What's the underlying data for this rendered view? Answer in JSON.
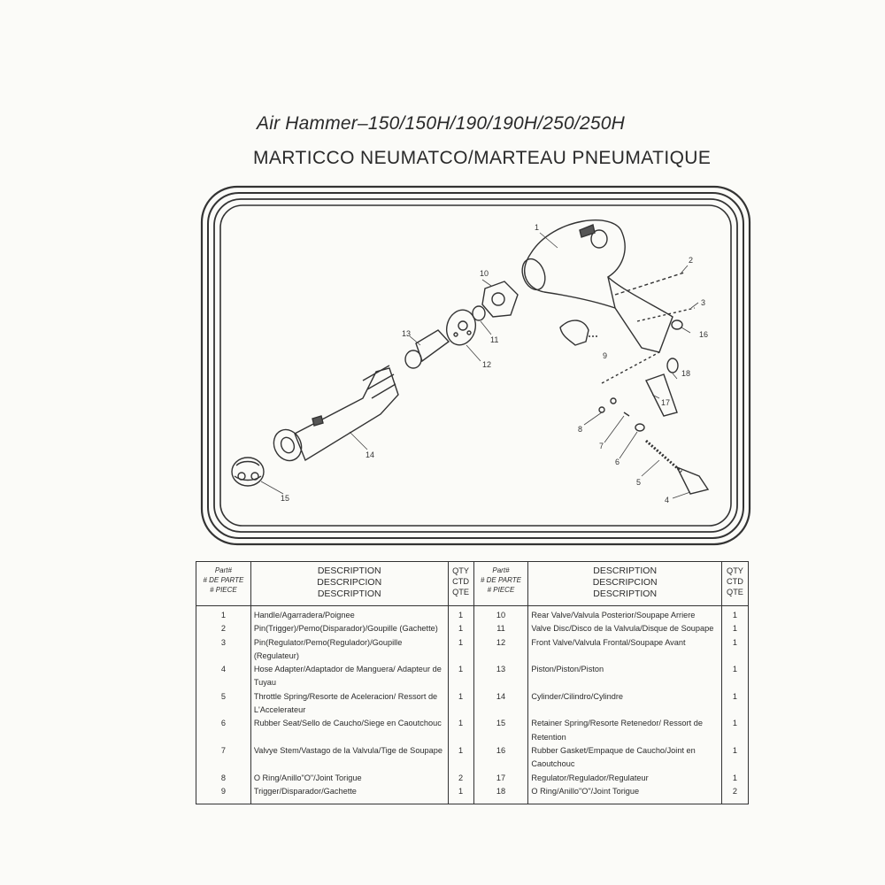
{
  "header": {
    "title": "Air Hammer–150/150H/190/190H/250/250H",
    "subtitle": "MARTICCO NEUMATCO/MARTEAU PNEUMATIQUE"
  },
  "diagram": {
    "callouts": [
      "1",
      "2",
      "3",
      "4",
      "5",
      "6",
      "7",
      "8",
      "9",
      "10",
      "11",
      "12",
      "13",
      "14",
      "15",
      "16",
      "17",
      "18"
    ]
  },
  "table": {
    "headers": {
      "part_lines": [
        "Part#",
        "# DE PARTE",
        "# PIECE"
      ],
      "desc_lines": [
        "DESCRIPTION",
        "DESCRIPCION",
        "DESCRIPTION"
      ],
      "qty_lines": [
        "QTY",
        "CTD",
        "QTE"
      ]
    },
    "left": [
      {
        "part": "1",
        "desc": "Handle/Agarradera/Poignee",
        "qty": "1"
      },
      {
        "part": "2",
        "desc": "Pin(Trigger)/Pemo(Disparador)/Goupille (Gachette)",
        "qty": "1"
      },
      {
        "part": "3",
        "desc": "Pin(Regulator/Pemo(Regulador)/Goupille (Regulateur)",
        "qty": "1"
      },
      {
        "part": "4",
        "desc": "Hose Adapter/Adaptador de Manguera/ Adapteur de Tuyau",
        "qty": "1"
      },
      {
        "part": "5",
        "desc": "Throttle Spring/Resorte de Aceleracion/ Ressort de L'Accelerateur",
        "qty": "1"
      },
      {
        "part": "6",
        "desc": "Rubber Seat/Sello de Caucho/Siege en Caoutchouc",
        "qty": "1"
      },
      {
        "part": "7",
        "desc": "Valvye Stem/Vastago de la Valvula/Tige de Soupape",
        "qty": "1"
      },
      {
        "part": "8",
        "desc": "O Ring/Anillo\"O\"/Joint Torigue",
        "qty": "2"
      },
      {
        "part": "9",
        "desc": "Trigger/Disparador/Gachette",
        "qty": "1"
      }
    ],
    "right": [
      {
        "part": "10",
        "desc": "Rear Valve/Valvula Posterior/Soupape Arriere",
        "qty": "1"
      },
      {
        "part": "11",
        "desc": "Valve Disc/Disco de la Valvula/Disque de Soupape",
        "qty": "1"
      },
      {
        "part": "12",
        "desc": "Front Valve/Valvula Frontal/Soupape Avant",
        "qty": "1"
      },
      {
        "part": "13",
        "desc": "Piston/Piston/Piston",
        "qty": "1"
      },
      {
        "part": "14",
        "desc": "Cylinder/Cilindro/Cylindre",
        "qty": "1"
      },
      {
        "part": "15",
        "desc": "Retainer Spring/Resorte Retenedor/ Ressort de Retention",
        "qty": "1"
      },
      {
        "part": "16",
        "desc": "Rubber Gasket/Empaque de Caucho/Joint en Caoutchouc",
        "qty": "1"
      },
      {
        "part": "17",
        "desc": "Regulator/Regulador/Regulateur",
        "qty": "1"
      },
      {
        "part": "18",
        "desc": "O Ring/Anillo\"O\"/Joint Torigue",
        "qty": "2"
      }
    ]
  }
}
